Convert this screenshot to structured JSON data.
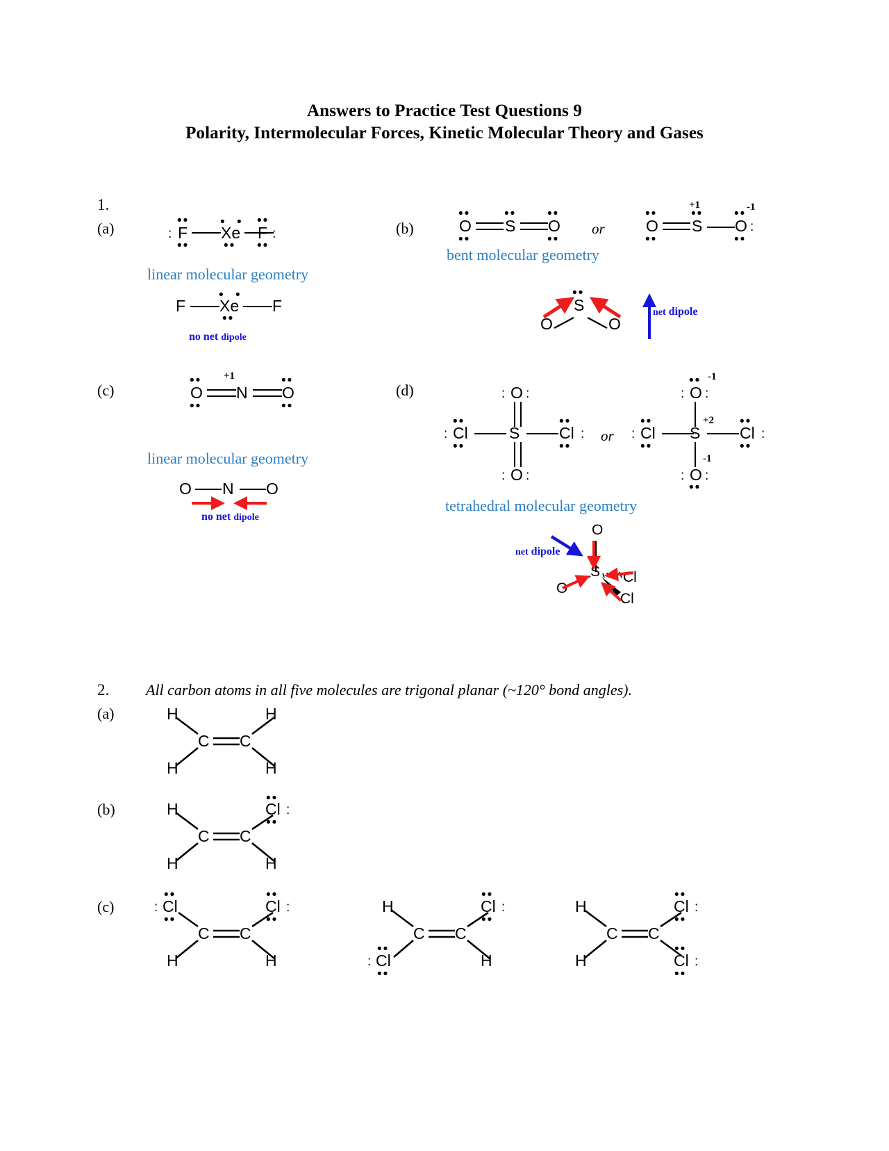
{
  "document": {
    "title_line1": "Answers to Practice Test Questions 9",
    "title_line2": "Polarity, Intermolecular Forces, Kinetic Molecular Theory and Gases"
  },
  "question1": {
    "number": "1.",
    "parts": {
      "a": {
        "label": "(a)",
        "lewis": {
          "left": "F",
          "center": "Xe",
          "right": "F"
        },
        "geometry": "linear molecular geometry",
        "shape": {
          "left": "F",
          "center": "Xe",
          "right": "F"
        },
        "dipole_prefix": "no net",
        "dipole_word": "dipole"
      },
      "b": {
        "label": "(b)",
        "or": "or",
        "lewis1": {
          "left": "O",
          "center": "S",
          "right": "O"
        },
        "lewis2": {
          "left": "O",
          "center": "S",
          "right": "O",
          "center_charge": "+1",
          "right_charge": "-1"
        },
        "geometry": "bent molecular geometry",
        "shape": {
          "center": "S",
          "left": "O",
          "right": "O"
        },
        "dipole_prefix": "net",
        "dipole_word": "dipole"
      },
      "c": {
        "label": "(c)",
        "lewis": {
          "left": "O",
          "center": "N",
          "right": "O",
          "center_charge": "+1"
        },
        "geometry": "linear molecular geometry",
        "shape": {
          "left": "O",
          "center": "N",
          "right": "O"
        },
        "dipole_prefix": "no net",
        "dipole_word": "dipole"
      },
      "d": {
        "label": "(d)",
        "or": "or",
        "lewis1": {
          "top": "O",
          "bottom": "O",
          "left": "Cl",
          "right": "Cl",
          "center": "S"
        },
        "lewis2": {
          "top": "O",
          "bottom": "O",
          "left": "Cl",
          "right": "Cl",
          "center": "S",
          "top_charge": "-1",
          "bottom_charge": "-1",
          "center_charge": "+2"
        },
        "geometry": "tetrahedral molecular geometry",
        "shape": {
          "center": "S",
          "top": "O",
          "left": "O",
          "right": "Cl",
          "bottom": "Cl"
        },
        "dipole_prefix": "net",
        "dipole_word": "dipole"
      }
    }
  },
  "question2": {
    "number": "2.",
    "statement": "All carbon atoms in all five molecules are trigonal planar (~120° bond angles).",
    "parts": {
      "a": {
        "label": "(a)",
        "molecule": {
          "c_left": "C",
          "c_right": "C",
          "top_left": "H",
          "top_right": "H",
          "bottom_left": "H",
          "bottom_right": "H"
        }
      },
      "b": {
        "label": "(b)",
        "molecule": {
          "c_left": "C",
          "c_right": "C",
          "top_left": "H",
          "top_right": "Cl",
          "bottom_left": "H",
          "bottom_right": "H"
        }
      },
      "c": {
        "label": "(c)",
        "molecules": [
          {
            "c_left": "C",
            "c_right": "C",
            "top_left": "Cl",
            "top_right": "Cl",
            "bottom_left": "H",
            "bottom_right": "H"
          },
          {
            "c_left": "C",
            "c_right": "C",
            "top_left": "H",
            "top_right": "Cl",
            "bottom_left": "Cl",
            "bottom_right": "H"
          },
          {
            "c_left": "C",
            "c_right": "C",
            "top_left": "H",
            "top_right": "Cl",
            "bottom_left": "H",
            "bottom_right": "Cl"
          }
        ]
      }
    }
  },
  "colors": {
    "geometry_blue": "#2b7fc4",
    "dipole_blue": "#1616d8",
    "arrow_red": "#ee1c1c",
    "text_black": "#000000"
  }
}
